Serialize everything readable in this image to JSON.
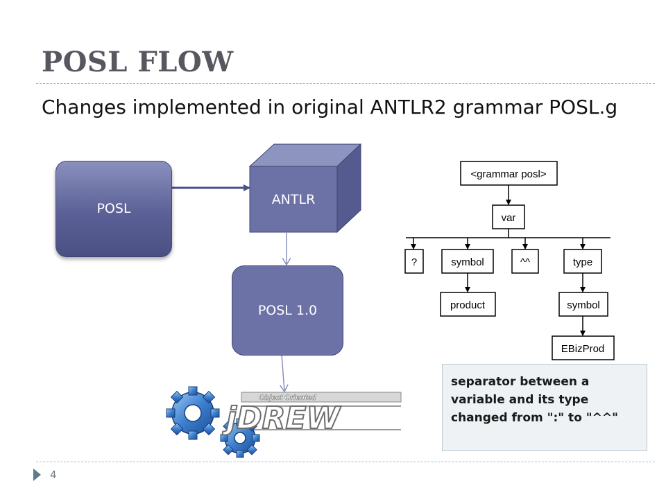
{
  "slide": {
    "title": "POSL FLOW",
    "subtitle": "Changes implemented in original ANTLR2 grammar POSL.g",
    "page_number": "4"
  },
  "flow": {
    "posl_label": "POSL",
    "antlr_label": "ANTLR",
    "posl10_label": "POSL 1.0",
    "box_color": "#5b6096",
    "cube_front": "#6c72a6",
    "cube_top": "#8e94c0",
    "cube_side": "#555b8f"
  },
  "tree": {
    "root": "<grammar posl>",
    "var": "var",
    "children": [
      "?",
      "symbol",
      "^^",
      "type"
    ],
    "symbol_child": "product",
    "type_child": "symbol",
    "type_grandchild": "EBizProd"
  },
  "note": {
    "text": "separator between a variable and its type changed from \":\" to \"^^\""
  },
  "logo": {
    "name": "jDREW",
    "tagline": "Object Oriented",
    "gear_color": "#3d7fcf"
  }
}
